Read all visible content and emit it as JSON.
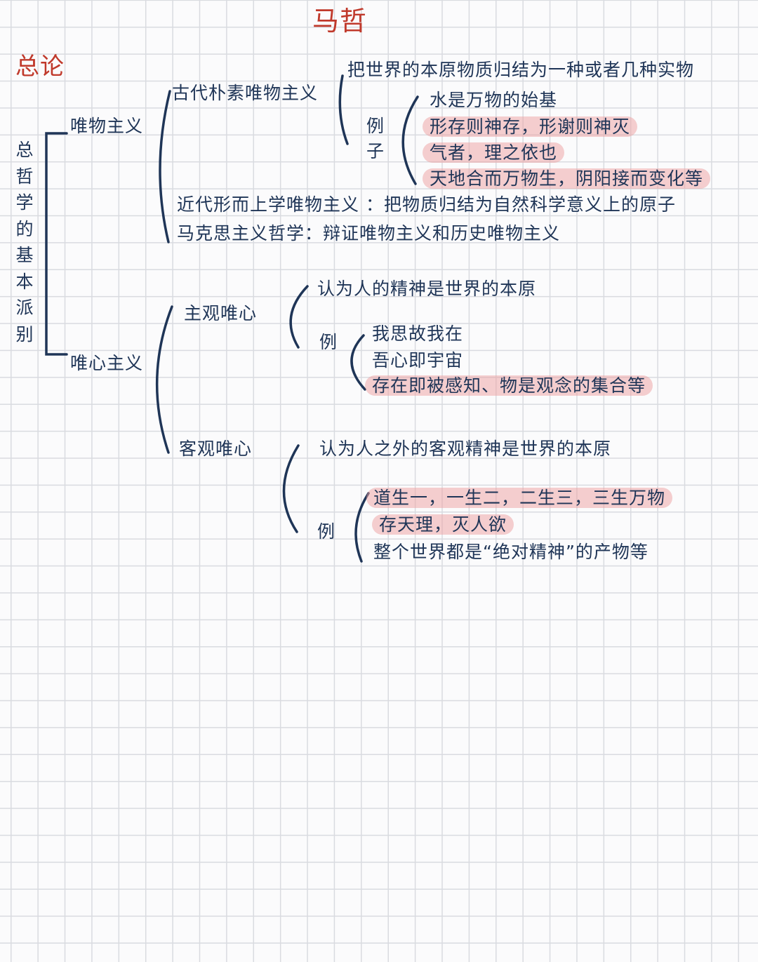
{
  "title": "马哲",
  "section": "总论",
  "root": [
    "总",
    "哲",
    "学",
    "的",
    "基",
    "本",
    "派",
    "别"
  ],
  "materialism": {
    "label": "唯物主义",
    "ancient": {
      "label": "古代朴素唯物主义",
      "definition": "把世界的本原物质归结为一种或者几种实物",
      "example_label": [
        "例",
        "子"
      ],
      "examples": [
        "水是万物的始基",
        "形存则神存，形谢则神灭",
        "气者，理之依也",
        "天地合而万物生，阴阳接而变化等"
      ]
    },
    "modern": "近代形而上学唯物主义 ：把物质归结为自然科学意义上的原子",
    "marxist": "马克思主义哲学：辩证唯物主义和历史唯物主义"
  },
  "idealism": {
    "label": "唯心主义",
    "subjective": {
      "label": "主观唯心",
      "definition": "认为人的精神是世界的本原",
      "example_label": "例",
      "examples": [
        "我思故我在",
        "吾心即宇宙",
        "存在即被感知、物是观念的集合等"
      ]
    },
    "objective": {
      "label": "客观唯心",
      "definition": "认为人之外的客观精神是世界的本原",
      "example_label": "例",
      "examples": [
        "道生一，一生二，二生三，三生万物",
        "存天理，灭人欲",
        "整个世界都是“绝对精神”的产物等"
      ]
    }
  },
  "colors": {
    "ink": "#1f3557",
    "title": "#c0392b",
    "highlight": "#eea0a0"
  }
}
